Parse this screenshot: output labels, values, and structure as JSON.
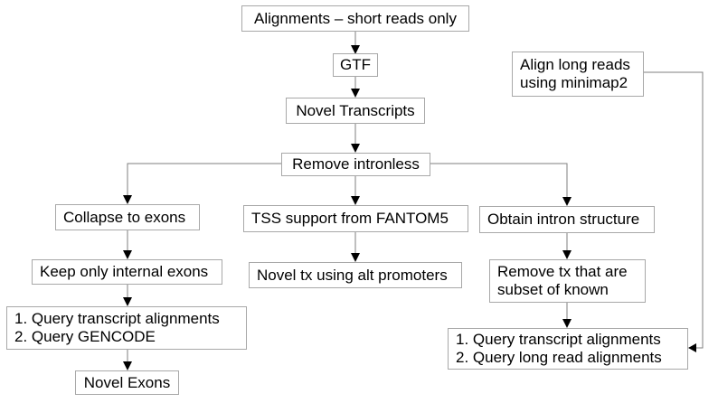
{
  "nodes": {
    "alignments_short": "Alignments – short reads only",
    "gtf": "GTF",
    "novel_transcripts": "Novel Transcripts",
    "remove_intronless": "Remove intronless",
    "collapse_exons": "Collapse to exons",
    "keep_internal": "Keep only internal exons",
    "query_left": [
      "1. Query transcript alignments",
      "2. Query GENCODE"
    ],
    "novel_exons": "Novel Exons",
    "tss_support": "TSS support from FANTOM5",
    "novel_tx_alt": "Novel tx using alt promoters",
    "obtain_intron": "Obtain intron structure",
    "remove_subset": [
      "Remove tx that are",
      "subset of known"
    ],
    "query_right": [
      "1. Query transcript alignments",
      "2. Query long read alignments"
    ],
    "align_long": [
      "Align long reads",
      "using minimap2"
    ]
  }
}
